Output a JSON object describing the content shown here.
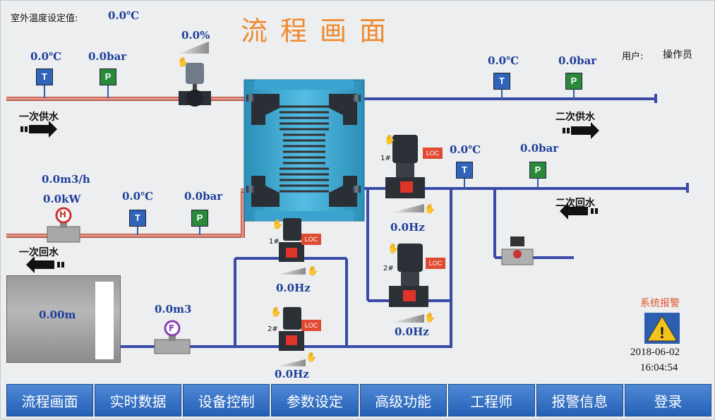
{
  "header": {
    "outdoor_label": "室外温度设定值:",
    "outdoor_value": "0.0℃",
    "title": "流程画面",
    "user_label": "用户:",
    "user_value": "操作员"
  },
  "primary_supply": {
    "label": "一次供水",
    "temperature": "0.0℃",
    "pressure": "0.0bar",
    "valve_opening": "0.0%"
  },
  "primary_return": {
    "label": "一次回水",
    "flow": "0.0m3/h",
    "power": "0.0kW",
    "temperature": "0.0℃",
    "pressure": "0.0bar",
    "meter_icon": "H"
  },
  "secondary_supply": {
    "label": "二次供水",
    "temperature": "0.0℃",
    "pressure": "0.0bar"
  },
  "secondary_return": {
    "label": "二次回水",
    "temperature": "0.0℃",
    "pressure": "0.0bar"
  },
  "sensors": {
    "t": "T",
    "p": "P",
    "f": "F"
  },
  "pumps": {
    "circ_1": {
      "num": "1#",
      "freq": "0.0Hz",
      "loc": "LOC"
    },
    "circ_2": {
      "num": "2#",
      "freq": "0.0Hz",
      "loc": "LOC"
    },
    "makeup_1": {
      "num": "1#",
      "freq": "0.0Hz",
      "loc": "LOC"
    },
    "makeup_2": {
      "num": "2#",
      "freq": "0.0Hz",
      "loc": "LOC"
    }
  },
  "tank": {
    "level": "0.00m"
  },
  "makeup_flow": {
    "value": "0.0m3"
  },
  "alarm": {
    "label": "系统报警",
    "date": "2018-06-02",
    "time": "16:04:54",
    "icon": "!"
  },
  "colors": {
    "hot_pipe": "#c0473a",
    "cold_pipe": "#3b4aa8",
    "value_text": "#1f3e9a",
    "title": "#f08a2e",
    "nav": "#2f6fc4"
  },
  "nav": {
    "items": [
      "流程画面",
      "实时数据",
      "设备控制",
      "参数设定",
      "高级功能",
      "工程师",
      "报警信息",
      "登录"
    ]
  }
}
